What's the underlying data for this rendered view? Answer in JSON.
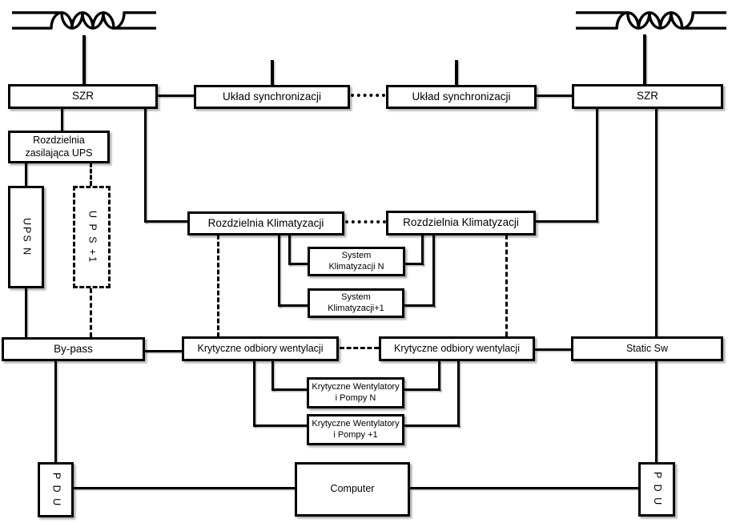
{
  "colors": {
    "line": "#000000",
    "background": "#ffffff",
    "shadow": "rgba(0,0,0,0.3)"
  },
  "icons": {
    "transformer_left": "transformer-winding-symbol",
    "transformer_right": "transformer-winding-symbol"
  },
  "boxes": {
    "szr_left": "SZR",
    "sync_left": "Układ synchronizacji",
    "sync_right": "Układ synchronizacji",
    "szr_right": "SZR",
    "rozdzielnia_ups": "Rozdzielnia\nzasilająca UPS",
    "ups_n": "UPS N",
    "ups_plus1": "U P S +1",
    "klima_left": "Rozdzielnia Klimatyzacji",
    "klima_right": "Rozdzielnia Klimatyzacji",
    "system_n": "System\nKlimatyzacji N",
    "system_plus1": "System\nKlimatyzacji+1",
    "bypass": "By-pass",
    "krytyczne_left": "Krytyczne odbiory wentylacji",
    "krytyczne_right": "Krytyczne odbiory wentylacji",
    "static_sw": "Static Sw",
    "went_n": "Krytyczne Wentylatory\ni Pompy N",
    "went_plus1": "Krytyczne Wentylatory\ni Pompy +1",
    "pdu_left": "P D U",
    "computer": "Computer",
    "pdu_right": "P D U"
  }
}
